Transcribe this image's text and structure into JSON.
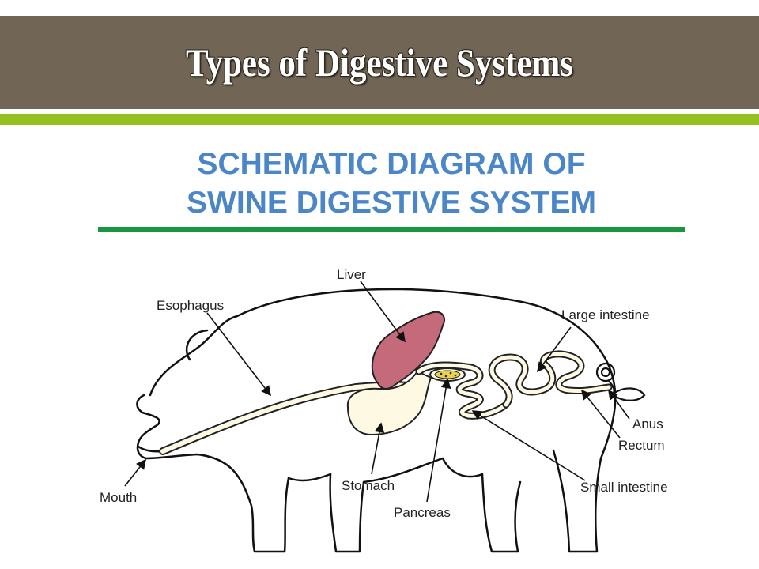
{
  "slide": {
    "title": "Types of Digestive Systems"
  },
  "diagram": {
    "heading_line1": "SCHEMATIC DIAGRAM OF",
    "heading_line2": "SWINE DIGESTIVE SYSTEM",
    "labels": {
      "liver": "Liver",
      "esophagus": "Esophagus",
      "large_intestine": "Large intestine",
      "anus": "Anus",
      "rectum": "Rectum",
      "small_intestine": "Small intestine",
      "stomach": "Stomach",
      "pancreas": "Pancreas",
      "mouth": "Mouth"
    },
    "colors": {
      "title_bar": "#716655",
      "accent_green": "#95c11f",
      "heading_blue": "#4a86c8",
      "rule_green": "#1a9641",
      "liver": "#c56a7a",
      "organ_fill": "#fdf9e3",
      "pancreas": "#e8d24a"
    }
  }
}
